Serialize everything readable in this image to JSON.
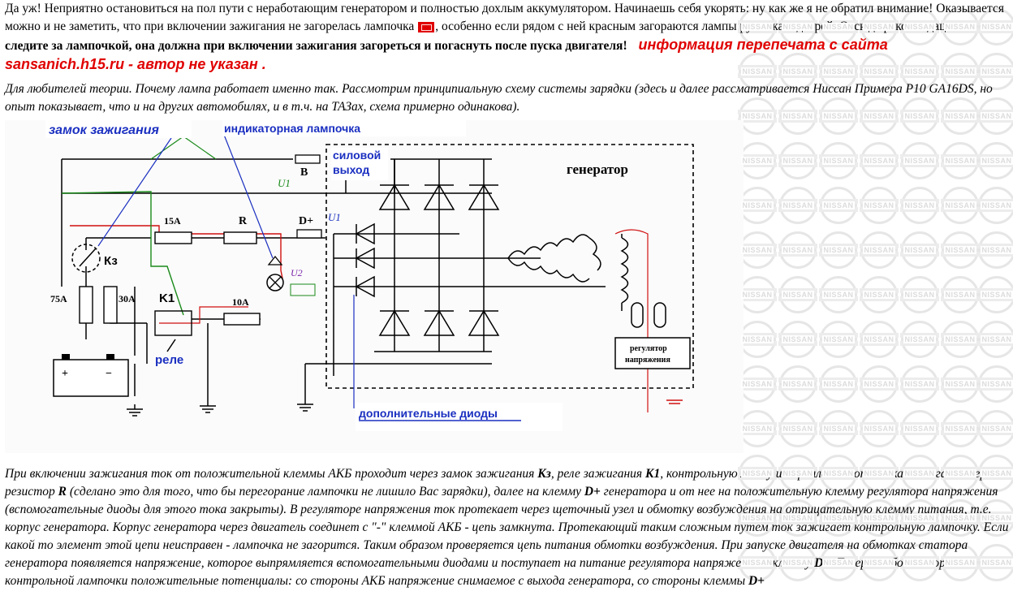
{
  "intro": {
    "part1": "Да уж! Неприятно остановиться на пол пути с неработающим генератором и полностью дохлым аккумулятором. Начинаешь себя укорять: ну как же я не обратил внимание! Оказывается можно и не заметить, что при включении зажигания не загорелась лампочка",
    "part2": ", особенно если рядом с ней красным загораются лампы ручника и дверей. Отсюда рекомендация:",
    "bold": "следите за лампочкой, она должна при включении зажигания загореться и погаснуть после пуска двигателя!",
    "credit": "информация перепечата с сайта  sansanich.h15.ru - автор не указан ."
  },
  "theory": "Для любителей теории. Почему лампа работает именно так. Рассмотрим принципиальную схему системы зарядки (здесь и далее рассматривается Ниссан Примера P10 GA16DS, но опыт показывает, что и на других автомобилях, и в т.ч. на ТАЗах, схема примерно одинакова).",
  "diagram": {
    "ignition_lock": "замок зажигания",
    "indicator_lamp": "индикаторная лампочка",
    "power_output_1": "силовой",
    "power_output_2": "выход",
    "generator": "генератор",
    "relay": "реле",
    "extra_diodes": "дополнительные диоды",
    "regulator_1": "регулятор",
    "regulator_2": "напряжения",
    "terminal_b": "B",
    "terminal_d": "D+",
    "fuse_15": "15A",
    "fuse_75": "75A",
    "fuse_30": "30A",
    "fuse_10": "10A",
    "resistor": "R",
    "relay_k1": "K1",
    "lock_kz": "Кз",
    "u1": "U1",
    "u1b": "U1",
    "u2": "U2"
  },
  "explain": {
    "t1": "При включении зажигания ток от положительной клеммы АКБ проходит через замок зажигания ",
    "b1": "Кз",
    "t2": ", реле зажигания ",
    "b2": "К1",
    "t3": ", контрольную лампу и параллельно от замка зажигания через резистор ",
    "b3": "R",
    "t4": " (сделано это для того, что бы перегорание лампочки не лишило Вас зарядки), далее на клемму ",
    "b4": "D+",
    "t5": " генератора и от нее на положительную клемму регулятора напряжения (вспомогательные диоды для этого тока закрыты). В регуляторе напряжения ток протекает через щеточный узел и обмотку возбуждения на отрицательную клемму питания, т.е. корпус генератора. Корпус генератора через двигатель соединет с \"-\" клеммой АКБ - цепь замкнута. Протекающий таким сложным путем ток зажигает контрольную лампочку. Если какой то элемент этой цепи неисправен - лампочка не загорится. Таким образом проверяется цепь питания обмотки возбуждения. При запуске двигателя на обмотках статора генератора появляется напряжение, которое выпрямляется вспомогательными диодами и поступает на питание регулятора напряжения и клемму ",
    "b5": "D+",
    "t6": ". Теперь с обоих сторон контрольной лампочки положительные потенциалы: со стороны АКБ напряжение снимаемое с выхода генератора, со стороны клеммы ",
    "b6": "D+"
  },
  "watermark_text": "NISSAN",
  "colors": {
    "credit_red": "#e00000",
    "label_blue": "#1a2fc0",
    "wire_red": "#d01010",
    "wire_green": "#1a8a1a"
  }
}
